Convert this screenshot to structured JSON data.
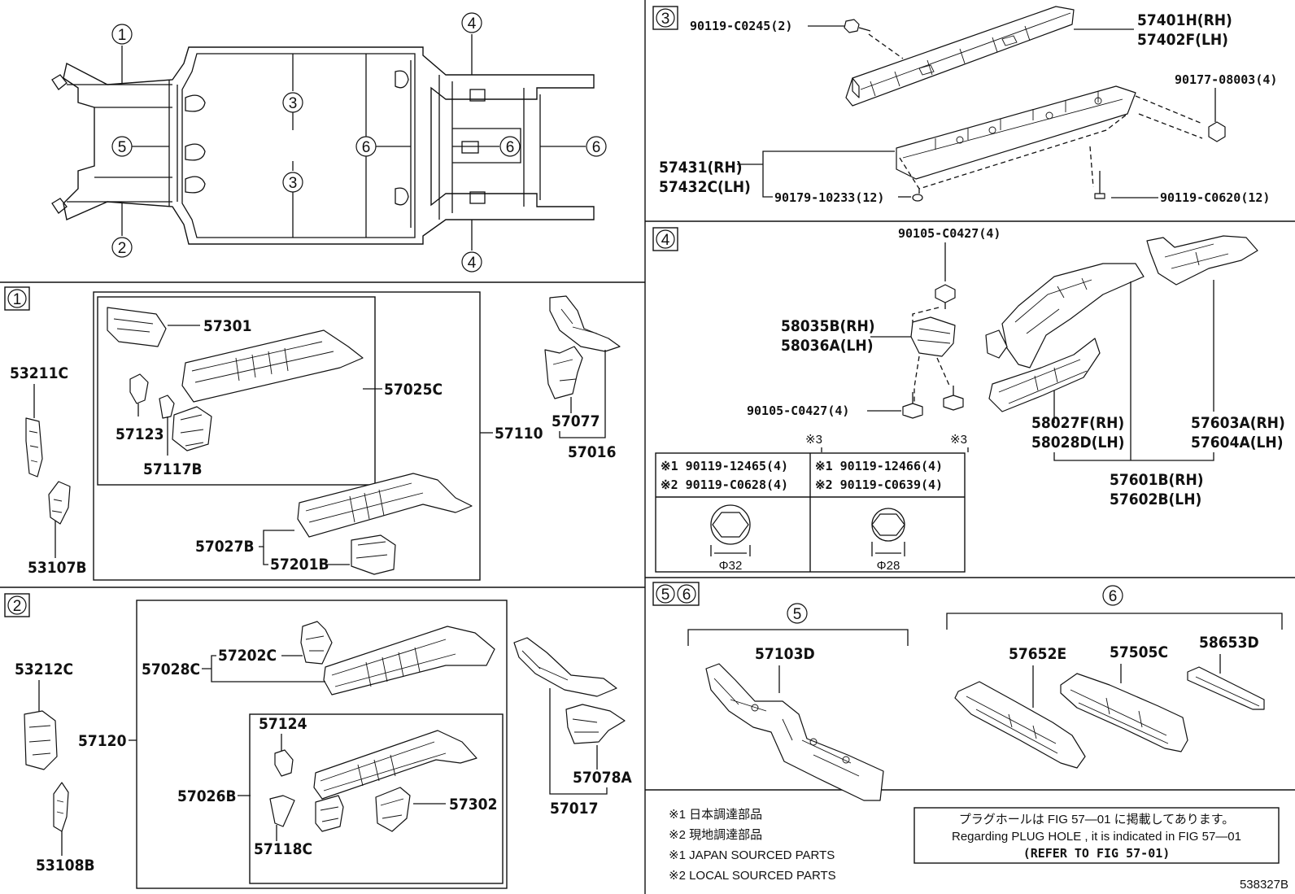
{
  "diagram_id": "538327B",
  "sections": {
    "s3": {
      "tag": "3"
    },
    "s4": {
      "tag": "4"
    },
    "s1": {
      "tag": "1"
    },
    "s2": {
      "tag": "2"
    },
    "s56": {
      "tag1": "5",
      "tag2": "6"
    }
  },
  "frame_callouts": [
    "1",
    "2",
    "3",
    "3",
    "4",
    "4",
    "5",
    "6",
    "6",
    "6"
  ],
  "parts": {
    "p57301": "57301",
    "p57025C": "57025C",
    "p57123": "57123",
    "p57117B": "57117B",
    "p57110": "57110",
    "p57077": "57077",
    "p57016": "57016",
    "p53211C": "53211C",
    "p53107B": "53107B",
    "p57027B": "57027B",
    "p57201B": "57201B",
    "p53212C": "53212C",
    "p53108B": "53108B",
    "p57120": "57120",
    "p57028C": "57028C",
    "p57202C": "57202C",
    "p57124": "57124",
    "p57026B": "57026B",
    "p57118C": "57118C",
    "p57302": "57302",
    "p57078A": "57078A",
    "p57017": "57017",
    "p90119C0245": "90119-C0245(2)",
    "p57401H": "57401H(RH)",
    "p57402F": "57402F(LH)",
    "p90177": "90177-08003(4)",
    "p57431": "57431(RH)",
    "p57432C": "57432C(LH)",
    "p90179": "90179-10233(12)",
    "p90119C0620": "90119-C0620(12)",
    "p90105top": "90105-C0427(4)",
    "p58035B": "58035B(RH)",
    "p58036A": "58036A(LH)",
    "p90105mid": "90105-C0427(4)",
    "p58027F": "58027F(RH)",
    "p58028D": "58028D(LH)",
    "p57603A": "57603A(RH)",
    "p57604A": "57604A(LH)",
    "p57601B": "57601B(RH)",
    "p57602B": "57602B(LH)",
    "p57103D": "57103D",
    "p57652E": "57652E",
    "p57505C": "57505C",
    "p58653D": "58653D"
  },
  "fastener_table": {
    "note_mark": "※3",
    "left_row1": "※1 90119-12465(4)",
    "left_row2": "※2 90119-C0628(4)",
    "right_row1": "※1 90119-12466(4)",
    "right_row2": "※2 90119-C0639(4)",
    "left_dia": "Φ32",
    "right_dia": "Φ28"
  },
  "legend": {
    "l1": "※1  日本調達部品",
    "l2": "※2  現地調達部品",
    "l3": "※1  JAPAN SOURCED PARTS",
    "l4": "※2  LOCAL SOURCED PARTS"
  },
  "reference_note": {
    "line1": "プラグホールは FIG 57—01 に掲載してあります。",
    "line2": "Regarding  PLUG  HOLE , it is indicated in  FIG  57—01",
    "line3": "(REFER TO FIG 57-01)"
  }
}
